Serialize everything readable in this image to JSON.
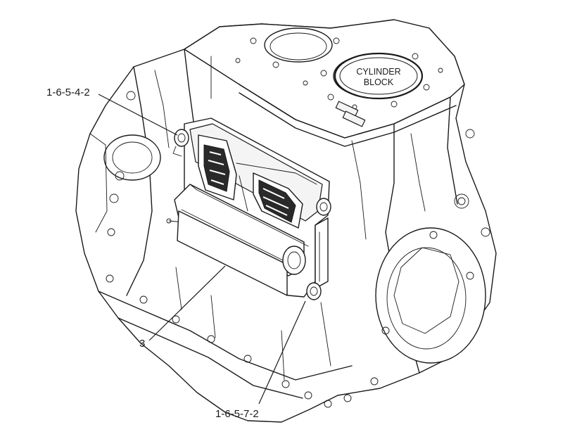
{
  "diagram": {
    "labels": {
      "ecm_callout": "3",
      "upper_bolt_callout": "1-6-5-4-2",
      "lower_bolt_callout": "1-6-5-7-2"
    },
    "plate": {
      "line1": "CYLINDER",
      "line2": "BLOCK"
    }
  }
}
